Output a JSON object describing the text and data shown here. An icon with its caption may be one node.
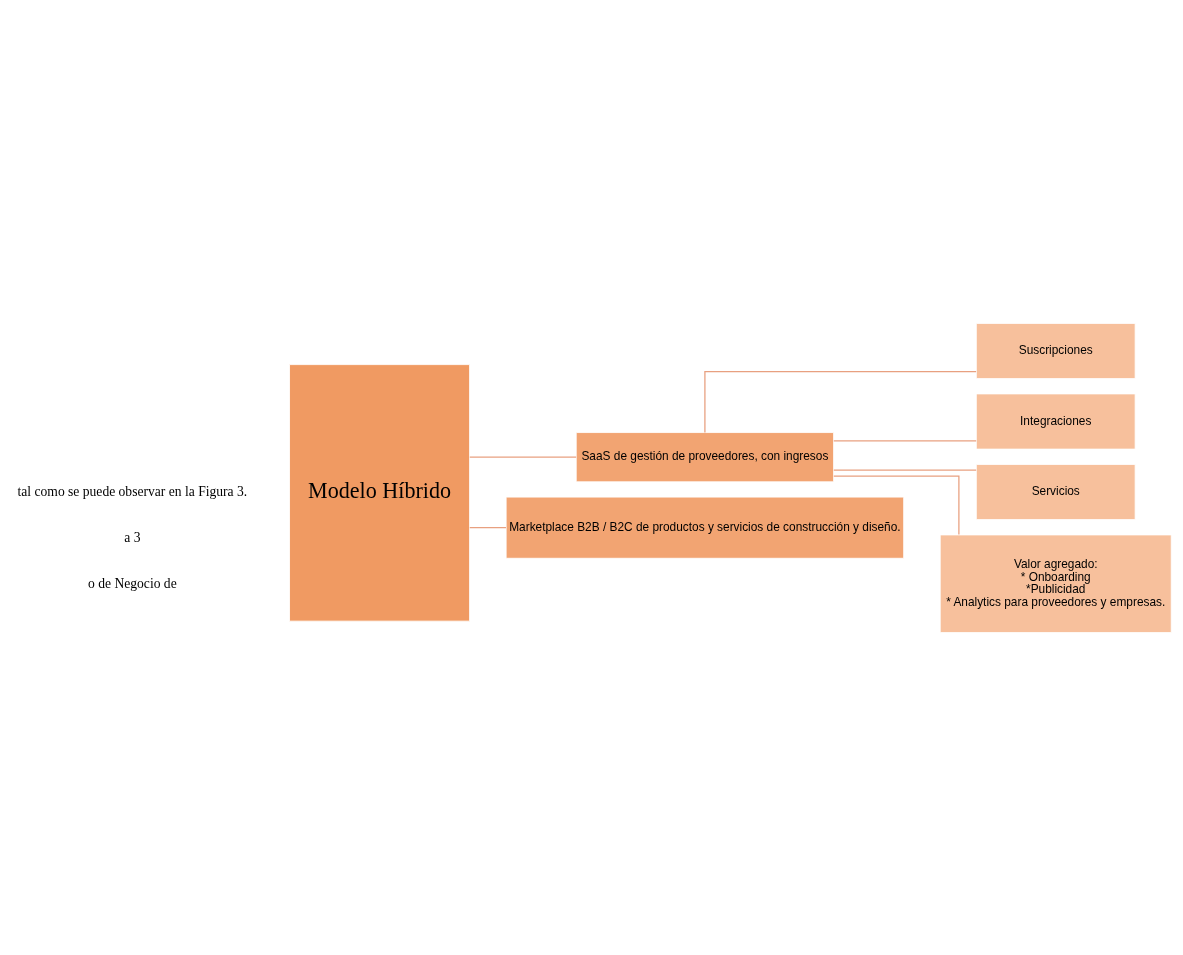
{
  "diagram": {
    "nodes": [
      {
        "text": [
          "Modelo Híbrido"
        ]
      },
      {
        "text": [
          "SaaS de gestión de proveedores, con ingresos"
        ]
      },
      {
        "text": [
          "Marketplace B2B / B2C de productos y servicios de construcción y diseño."
        ]
      },
      {
        "text": [
          "Suscripciones"
        ]
      },
      {
        "text": [
          "Integraciones"
        ]
      },
      {
        "text": [
          "Servicios"
        ]
      },
      {
        "text": [
          "Valor agregado:",
          "* Onboarding",
          "*Publicidad",
          "* Analytics para proveedores y empresas."
        ]
      }
    ],
    "edges": [
      {
        "from": 0,
        "to": 1,
        "arrow": "none"
      },
      {
        "from": 0,
        "to": 2,
        "arrow": "none"
      },
      {
        "from": 1,
        "to": 3,
        "arrow": "none"
      },
      {
        "from": 1,
        "to": 4,
        "arrow": "none"
      },
      {
        "from": 1,
        "to": 5,
        "arrow": "none"
      },
      {
        "from": 1,
        "to": 6,
        "arrow": "none"
      }
    ],
    "labels": [
      "tal como se puede observar en la Figura 3.",
      "a 3",
      "o de Negocio de"
    ]
  }
}
